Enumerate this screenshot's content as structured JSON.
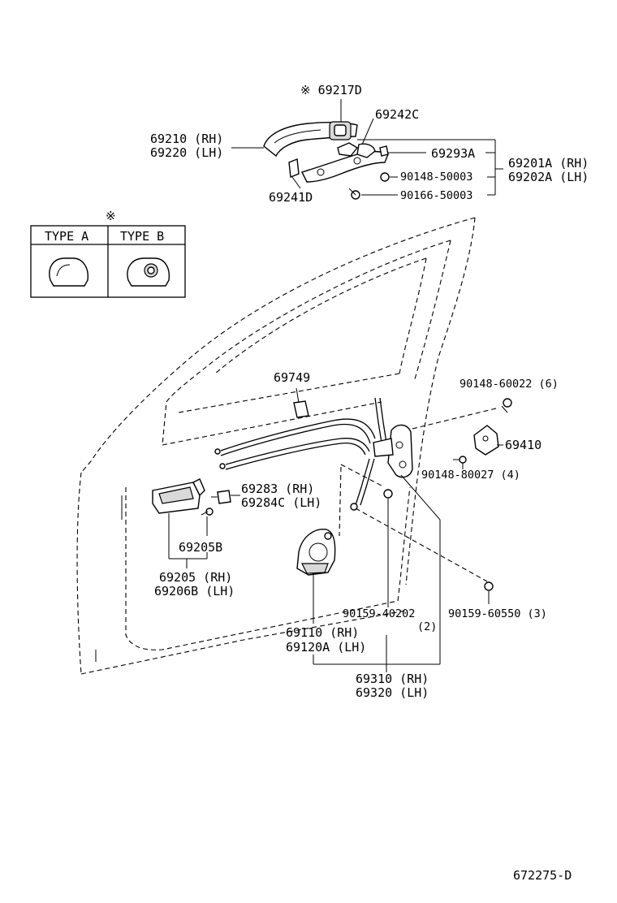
{
  "labels": {
    "p69217d": "※ 69217D",
    "p69242c": "69242C",
    "p69210": "69210 (RH)",
    "p69220": "69220 (LH)",
    "p69293a": "69293A",
    "p69201a": "69201A (RH)",
    "p69202a": "69202A (LH)",
    "p90148_50003": "90148-50003",
    "p90166_50003": "90166-50003",
    "p69241d": "69241D",
    "p69749": "69749",
    "p90148_60022": "90148-60022 (6)",
    "p69410": "69410",
    "p90148_80027": "90148-80027 (4)",
    "p69283": "69283  (RH)",
    "p69284c": "69284C (LH)",
    "p69205b": "69205B",
    "p69205": "69205  (RH)",
    "p69206b": "69206B (LH)",
    "p90159_40202": "90159-40202",
    "p90159_40202_qty": "(2)",
    "p90159_60550": "90159-60550 (3)",
    "p69110": "69110  (RH)",
    "p69120a": "69120A (LH)",
    "p69310": "69310 (RH)",
    "p69320": "69320 (LH)"
  },
  "type_table": {
    "marker": "※",
    "type_a": "TYPE  A",
    "type_b": "TYPE  B"
  },
  "diagram_code": "672275-D"
}
